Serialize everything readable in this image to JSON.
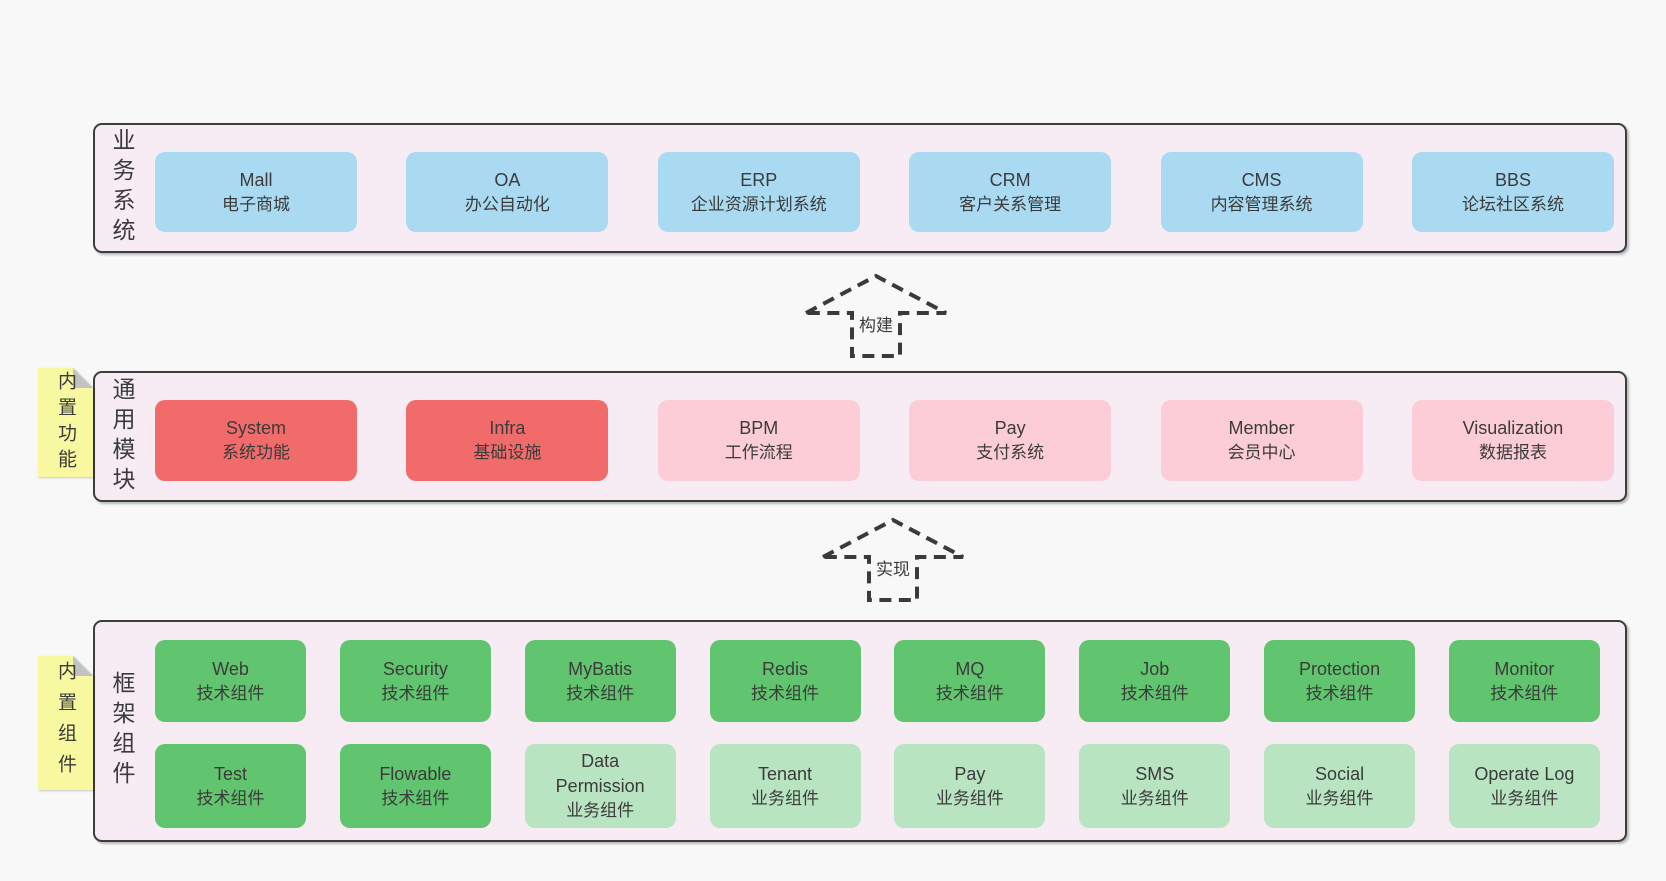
{
  "colors": {
    "page-bg": "#f8f8f8",
    "panel-bg": "#f7ecf4",
    "panel-border": "#3d3d3d",
    "box-blue": "#a9daf2",
    "box-red": "#f16b6b",
    "box-pink": "#fccdd6",
    "box-green": "#61c46e",
    "box-green-light": "#b8e4c2",
    "sticky-yellow": "#f7f8a0",
    "sticky-fold": "#c2c2c2",
    "text-dark": "#3b3b3b",
    "arrow-dash": "#3a3a3a"
  },
  "panels": {
    "business": {
      "label": "业务系统",
      "items": [
        {
          "name": "Mall",
          "desc": "电子商城"
        },
        {
          "name": "OA",
          "desc": "办公自动化"
        },
        {
          "name": "ERP",
          "desc": "企业资源计划系统"
        },
        {
          "name": "CRM",
          "desc": "客户关系管理"
        },
        {
          "name": "CMS",
          "desc": "内容管理系统"
        },
        {
          "name": "BBS",
          "desc": "论坛社区系统"
        }
      ]
    },
    "modules": {
      "label": "通用模块",
      "sticky": "内置功能",
      "items": [
        {
          "name": "System",
          "desc": "系统功能"
        },
        {
          "name": "Infra",
          "desc": "基础设施"
        },
        {
          "name": "BPM",
          "desc": "工作流程"
        },
        {
          "name": "Pay",
          "desc": "支付系统"
        },
        {
          "name": "Member",
          "desc": "会员中心"
        },
        {
          "name": "Visualization",
          "desc": "数据报表"
        }
      ]
    },
    "framework": {
      "label": "框架组件",
      "sticky": "内置组件",
      "row1": [
        {
          "name": "Web",
          "desc": "技术组件"
        },
        {
          "name": "Security",
          "desc": "技术组件"
        },
        {
          "name": "MyBatis",
          "desc": "技术组件"
        },
        {
          "name": "Redis",
          "desc": "技术组件"
        },
        {
          "name": "MQ",
          "desc": "技术组件"
        },
        {
          "name": "Job",
          "desc": "技术组件"
        },
        {
          "name": "Protection",
          "desc": "技术组件"
        },
        {
          "name": "Monitor",
          "desc": "技术组件"
        }
      ],
      "row2": [
        {
          "name": "Test",
          "desc": "技术组件"
        },
        {
          "name": "Flowable",
          "desc": "技术组件"
        },
        {
          "name": "Data Permission",
          "desc": "业务组件"
        },
        {
          "name": "Tenant",
          "desc": "业务组件"
        },
        {
          "name": "Pay",
          "desc": "业务组件"
        },
        {
          "name": "SMS",
          "desc": "业务组件"
        },
        {
          "name": "Social",
          "desc": "业务组件"
        },
        {
          "name": "Operate Log",
          "desc": "业务组件"
        }
      ]
    }
  },
  "arrows": {
    "build": "构建",
    "implement": "实现"
  }
}
